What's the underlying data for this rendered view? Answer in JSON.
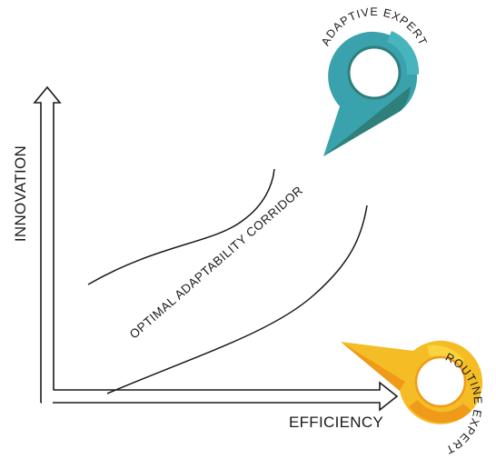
{
  "axes": {
    "y_label": "INNOVATION",
    "x_label": "EFFICIENCY"
  },
  "corridor": {
    "label": "OPTIMAL ADAPTABILITY CORRIDOR"
  },
  "pins": {
    "adaptive": {
      "label": "ADAPTIVE EXPERT",
      "colors": {
        "primary": "#3aa2ad",
        "shade": "#2f7f7b",
        "light": "#48b5bd"
      }
    },
    "routine": {
      "label": "ROUTINE EXPERT",
      "colors": {
        "primary": "#f4bd26",
        "shade": "#f09a1a",
        "light": "#fbd33e"
      }
    }
  }
}
